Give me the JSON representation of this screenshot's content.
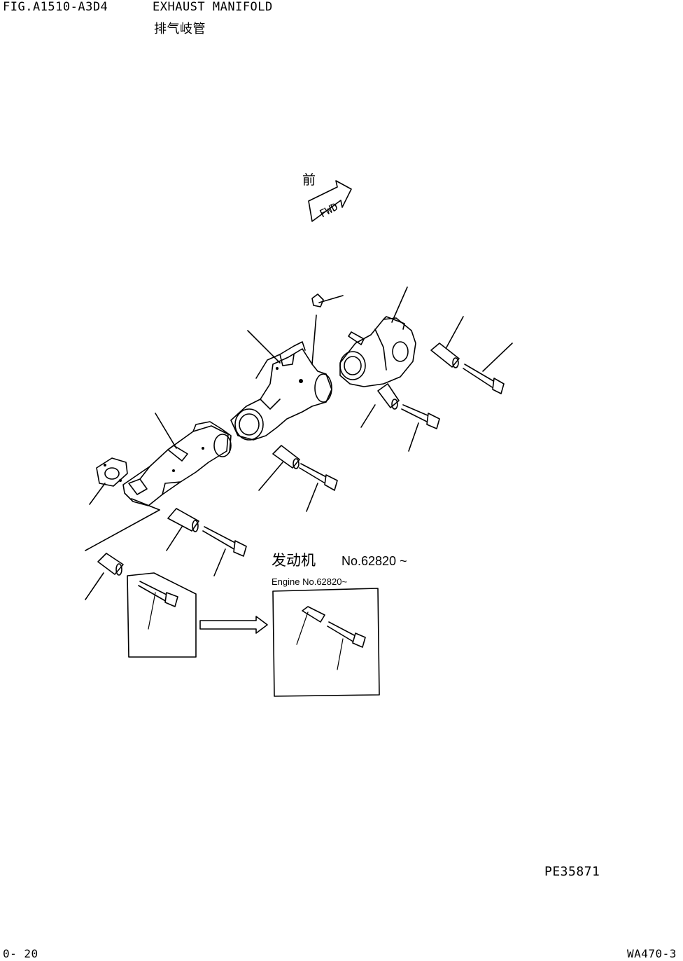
{
  "header": {
    "figure_id": "FIG.A1510-A3D4",
    "title": "EXHAUST MANIFOLD",
    "title_cn": "排气岐管"
  },
  "fwd_indicator": {
    "cn_label": "前",
    "arrow_text": "FWD"
  },
  "variant_note": {
    "cn_text": "发动机",
    "cn_serial": "No.62820 ~",
    "en_text": "Engine No.62820~"
  },
  "footer": {
    "drawing_code": "PE35871",
    "page_number": "0- 20",
    "model": "WA470-3"
  },
  "icons": [
    "fwd-arrow-icon",
    "change-arrow-icon"
  ]
}
